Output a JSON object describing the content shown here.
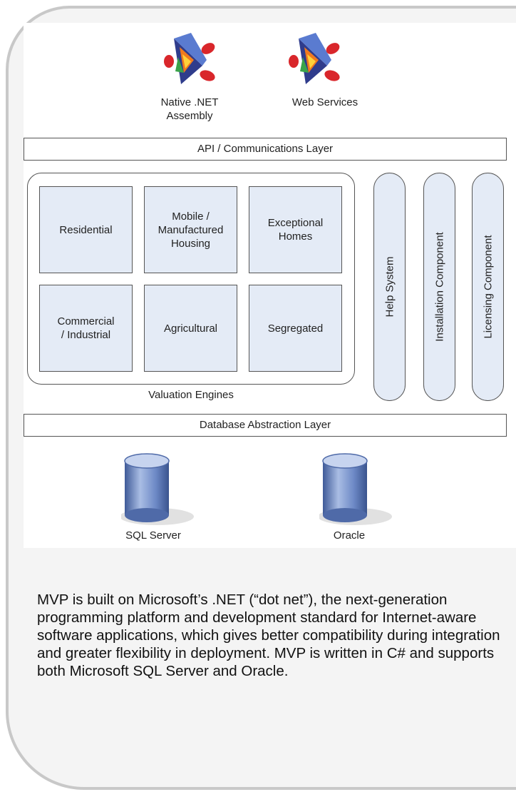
{
  "top_nodes": [
    {
      "label": "Native .NET\nAssembly"
    },
    {
      "label": "Web Services"
    }
  ],
  "api_layer": "API / Communications Layer",
  "valuation_engines": {
    "label": "Valuation Engines",
    "engines": [
      {
        "label": "Residential"
      },
      {
        "label": "Mobile /\nManufactured\nHousing"
      },
      {
        "label": "Exceptional\nHomes"
      },
      {
        "label": "Commercial\n/ Industrial"
      },
      {
        "label": "Agricultural"
      },
      {
        "label": "Segregated"
      }
    ]
  },
  "side_components": [
    {
      "label": "Help System"
    },
    {
      "label": "Installation Component"
    },
    {
      "label": "Licensing Component"
    }
  ],
  "database_layer": "Database Abstraction Layer",
  "databases": [
    {
      "label": "SQL Server"
    },
    {
      "label": "Oracle"
    }
  ],
  "description": "MVP is built on Microsoft’s .NET (“dot net”), the next-generation programming platform and development standard for Internet-aware software applications, which gives better compatibility during integration and greater flexibility in deployment. MVP is written in C# and supports both Microsoft SQL Server and Oracle.",
  "colors": {
    "box_fill": "#e4ebf6",
    "border": "#555555",
    "cylinder": "#5a78b4",
    "frame": "#c8c8c8"
  }
}
